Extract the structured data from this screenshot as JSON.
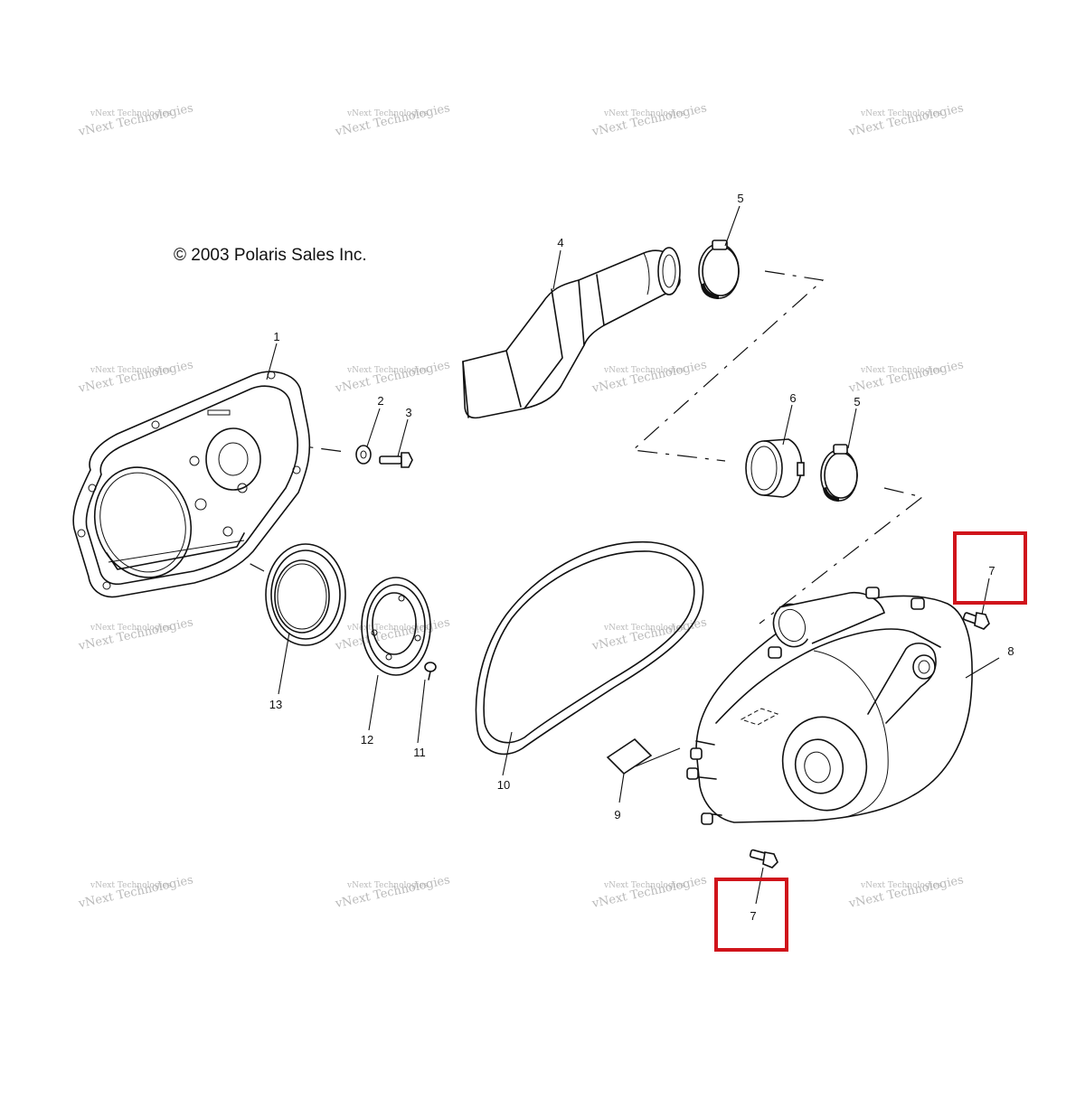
{
  "copyright": "© 2003 Polaris Sales Inc.",
  "watermark": {
    "line1": "vNext Technologies",
    "line2": "vNext Technologies",
    "color": "#a9a9a9"
  },
  "callouts": {
    "p1": "1",
    "p2": "2",
    "p3": "3",
    "p4": "4",
    "p5a": "5",
    "p5b": "5",
    "p6": "6",
    "p7a": "7",
    "p7b": "7",
    "p8": "8",
    "p9": "9",
    "p10": "10",
    "p11": "11",
    "p12": "12",
    "p13": "13"
  },
  "highlight_color": "#d0141b"
}
